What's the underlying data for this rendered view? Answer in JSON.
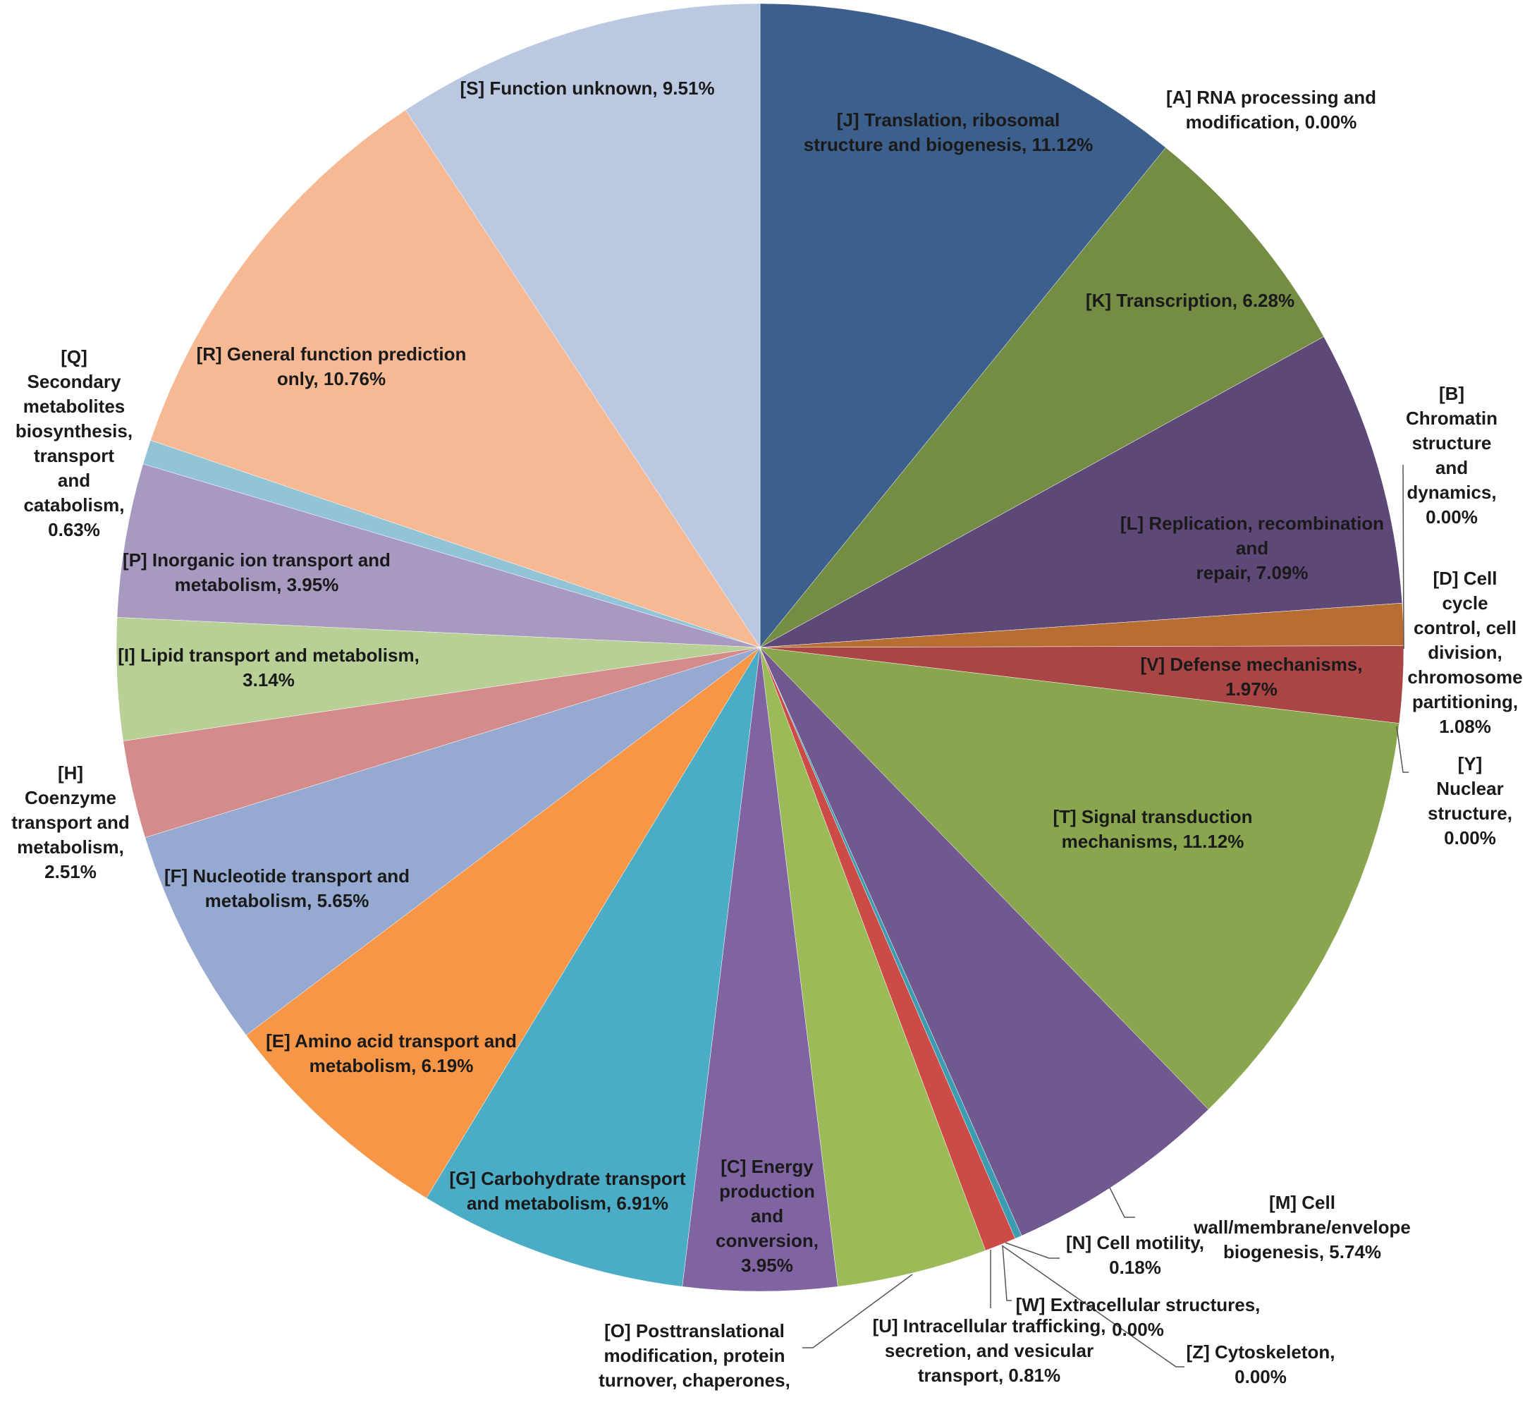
{
  "chart_data": {
    "type": "pie",
    "start_angle_deg": 0,
    "direction": "clockwise",
    "legend": "none",
    "slices": [
      {
        "code": "J",
        "label": "[J] Translation, ribosomal\nstructure and biogenesis, 11.12%",
        "value": 11.12,
        "color": "#3c5f8c"
      },
      {
        "code": "A",
        "label": "[A] RNA processing and\nmodification, 0.00%",
        "value": 0.0,
        "color": "#4a7ab0"
      },
      {
        "code": "K",
        "label": "[K] Transcription, 6.28%",
        "value": 6.28,
        "color": "#748c44"
      },
      {
        "code": "L",
        "label": "[L] Replication, recombination and\nrepair, 7.09%",
        "value": 7.09,
        "color": "#5e4878"
      },
      {
        "code": "B",
        "label": "[B] Chromatin\nstructure and\ndynamics, 0.00%",
        "value": 0.0,
        "color": "#3f8fa3"
      },
      {
        "code": "D",
        "label": "[D] Cell cycle\ncontrol, cell\ndivision,\nchromosome\npartitioning,\n1.08%",
        "value": 1.08,
        "color": "#b86e33"
      },
      {
        "code": "V",
        "label": "[V] Defense mechanisms, 1.97%",
        "value": 1.97,
        "color": "#a94545"
      },
      {
        "code": "Y",
        "label": "[Y] Nuclear\nstructure,\n0.00%",
        "value": 0.0,
        "color": "#88a44f"
      },
      {
        "code": "T",
        "label": "[T] Signal transduction\nmechanisms, 11.12%",
        "value": 11.12,
        "color": "#89a64e"
      },
      {
        "code": "M",
        "label": "[M] Cell wall/membrane/envelope\nbiogenesis, 5.74%",
        "value": 5.74,
        "color": "#71588f"
      },
      {
        "code": "N",
        "label": "[N] Cell motility,\n0.18%",
        "value": 0.18,
        "color": "#3c9cb0"
      },
      {
        "code": "W",
        "label": "[W] Extracellular structures,\n0.00%",
        "value": 0.0,
        "color": "#e08a3a"
      },
      {
        "code": "Z",
        "label": "[Z] Cytoskeleton,\n0.00%",
        "value": 0.0,
        "color": "#8da6cf"
      },
      {
        "code": "U",
        "label": "[U] Intracellular trafficking,\nsecretion, and vesicular\ntransport, 0.81%",
        "value": 0.81,
        "color": "#cc4b46"
      },
      {
        "code": "O",
        "label": "[O] Posttranslational\nmodification, protein\nturnover, chaperones,",
        "value": 3.86,
        "color": "#9bbb59"
      },
      {
        "code": "C",
        "label": "[C] Energy\nproduction\nand\nconversion,\n3.95%",
        "value": 3.95,
        "color": "#8064a2"
      },
      {
        "code": "G",
        "label": "[G] Carbohydrate transport\nand metabolism, 6.91%",
        "value": 6.91,
        "color": "#4bacc6"
      },
      {
        "code": "E",
        "label": "[E] Amino acid transport and\nmetabolism, 6.19%",
        "value": 6.19,
        "color": "#f79646"
      },
      {
        "code": "F",
        "label": "[F] Nucleotide transport and\nmetabolism, 5.65%",
        "value": 5.65,
        "color": "#95a9d1"
      },
      {
        "code": "H",
        "label": "[H]\nCoenzyme\ntransport and\nmetabolism,\n2.51%",
        "value": 2.51,
        "color": "#d38b8b"
      },
      {
        "code": "I",
        "label": "[I] Lipid transport and metabolism,\n3.14%",
        "value": 3.14,
        "color": "#b8cf95"
      },
      {
        "code": "P",
        "label": "[P] Inorganic ion transport and\nmetabolism, 3.95%",
        "value": 3.95,
        "color": "#a799bf"
      },
      {
        "code": "Q",
        "label": "[Q]\nSecondary\nmetabolites\nbiosynthesis,\ntransport\nand\ncatabolism,\n0.63%",
        "value": 0.63,
        "color": "#92c4d6"
      },
      {
        "code": "R",
        "label": "[R] General function prediction\nonly, 10.76%",
        "value": 10.76,
        "color": "#f7b894"
      },
      {
        "code": "S",
        "label": "[S] Function unknown, 9.51%",
        "value": 9.51,
        "color": "#bbc8e2"
      }
    ]
  }
}
